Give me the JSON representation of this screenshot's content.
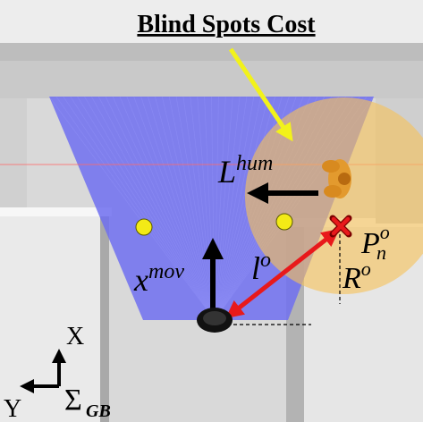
{
  "title": "Blind Spots Cost",
  "labels": {
    "l_hum_base": "L",
    "l_hum_sup": "hum",
    "x_mov_base": "x",
    "x_mov_sup": "mov",
    "l_o_base": "l",
    "l_o_sup": "o",
    "p_n_o_base": "P",
    "p_n_o_sup": "o",
    "p_n_o_sub": "n",
    "r_o_base": "R",
    "r_o_sup": "o"
  },
  "frame": {
    "x_axis": "X",
    "y_axis": "Y",
    "sigma": "Σ",
    "sigma_sub": "GB"
  },
  "colors": {
    "background": "#d9d9d9",
    "wall_light": "#ececec",
    "wall_shadow": "#9a9a9a",
    "fov_blue": "#6f6ff0",
    "risk_zone": "#f5c15a",
    "yellow_arrow": "#f2f21a",
    "red_arrow": "#e8191b",
    "occlusion_points": "#f3ea16",
    "black": "#000000"
  }
}
